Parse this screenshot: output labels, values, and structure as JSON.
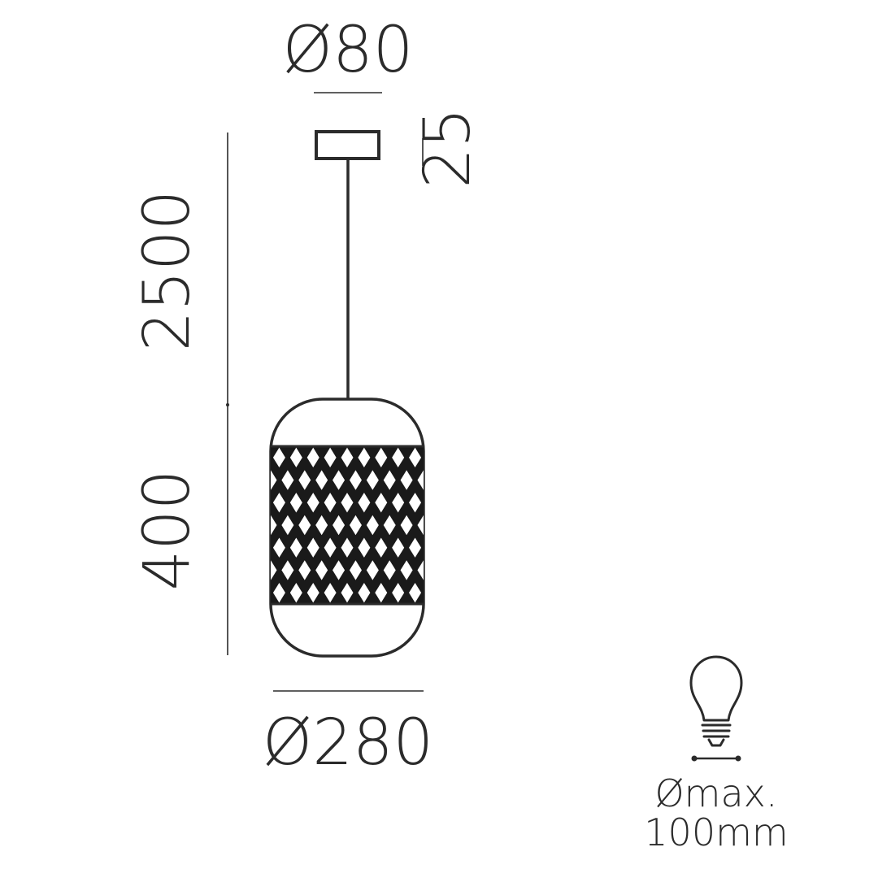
{
  "dimensions": {
    "canopy_diameter": "Ø80",
    "canopy_height": "25",
    "cable_length": "2500",
    "shade_height": "400",
    "shade_diameter": "Ø280"
  },
  "bulb_note": {
    "icon": "light-bulb-icon",
    "line1": "Ømax.",
    "line2": "100mm"
  },
  "colors": {
    "line": "#2b2b2b",
    "background": "#ffffff"
  }
}
